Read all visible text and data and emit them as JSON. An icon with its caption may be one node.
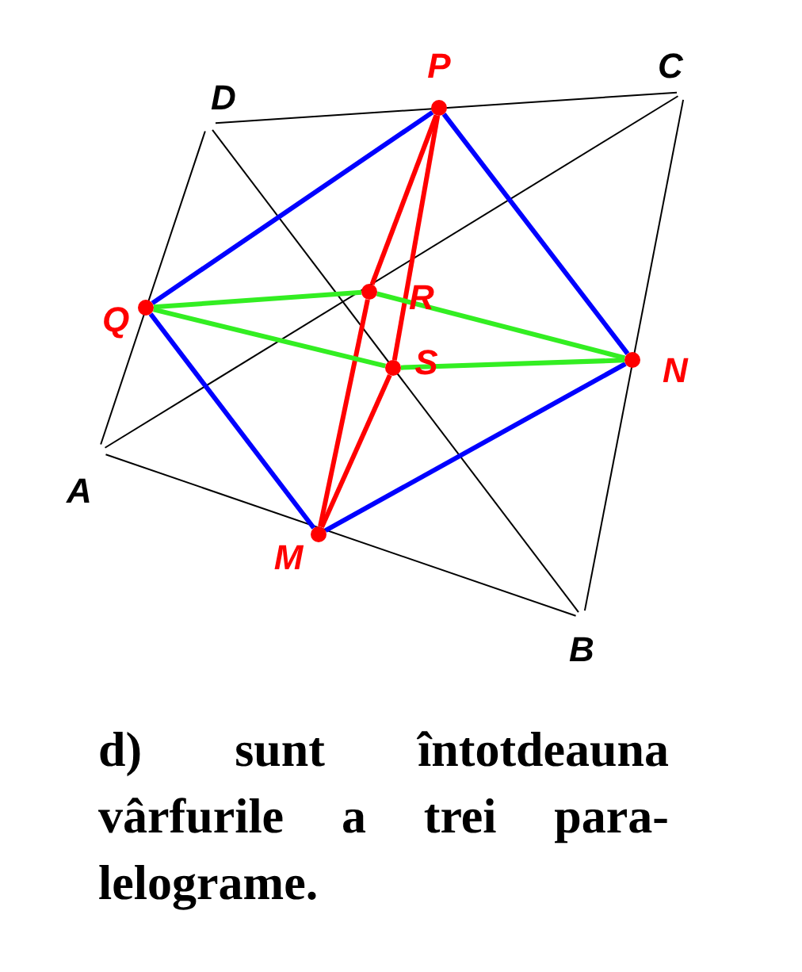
{
  "diagram": {
    "caption": "d) sunt întotdeauna vârfurile a trei para- lelograme.",
    "nodes": [
      {
        "text": [
          "A"
        ]
      },
      {
        "text": [
          "B"
        ]
      },
      {
        "text": [
          "C"
        ]
      },
      {
        "text": [
          "D"
        ]
      },
      {
        "text": [
          "P"
        ]
      },
      {
        "text": [
          "Q"
        ]
      },
      {
        "text": [
          "R"
        ]
      },
      {
        "text": [
          "S"
        ]
      },
      {
        "text": [
          "N"
        ]
      },
      {
        "text": [
          "M"
        ]
      }
    ],
    "edges": [
      {
        "from": 0,
        "to": 1,
        "arrow": "none"
      },
      {
        "from": 1,
        "to": 2,
        "arrow": "none"
      },
      {
        "from": 2,
        "to": 3,
        "arrow": "none"
      },
      {
        "from": 3,
        "to": 0,
        "arrow": "none"
      },
      {
        "from": 0,
        "to": 2,
        "arrow": "none"
      },
      {
        "from": 1,
        "to": 3,
        "arrow": "none"
      },
      {
        "from": 9,
        "to": 8,
        "arrow": "none",
        "color": "#0000ff"
      },
      {
        "from": 8,
        "to": 4,
        "arrow": "none",
        "color": "#0000ff"
      },
      {
        "from": 4,
        "to": 5,
        "arrow": "none",
        "color": "#0000ff"
      },
      {
        "from": 5,
        "to": 9,
        "arrow": "none",
        "color": "#0000ff"
      },
      {
        "from": 4,
        "to": 6,
        "arrow": "none",
        "color": "#ff0000"
      },
      {
        "from": 6,
        "to": 9,
        "arrow": "none",
        "color": "#ff0000"
      },
      {
        "from": 9,
        "to": 7,
        "arrow": "none",
        "color": "#ff0000"
      },
      {
        "from": 7,
        "to": 4,
        "arrow": "none",
        "color": "#ff0000"
      },
      {
        "from": 5,
        "to": 6,
        "arrow": "none",
        "color": "#33ee22"
      },
      {
        "from": 6,
        "to": 8,
        "arrow": "none",
        "color": "#33ee22"
      },
      {
        "from": 8,
        "to": 7,
        "arrow": "none",
        "color": "#33ee22"
      },
      {
        "from": 7,
        "to": 5,
        "arrow": "none",
        "color": "#33ee22"
      }
    ]
  }
}
